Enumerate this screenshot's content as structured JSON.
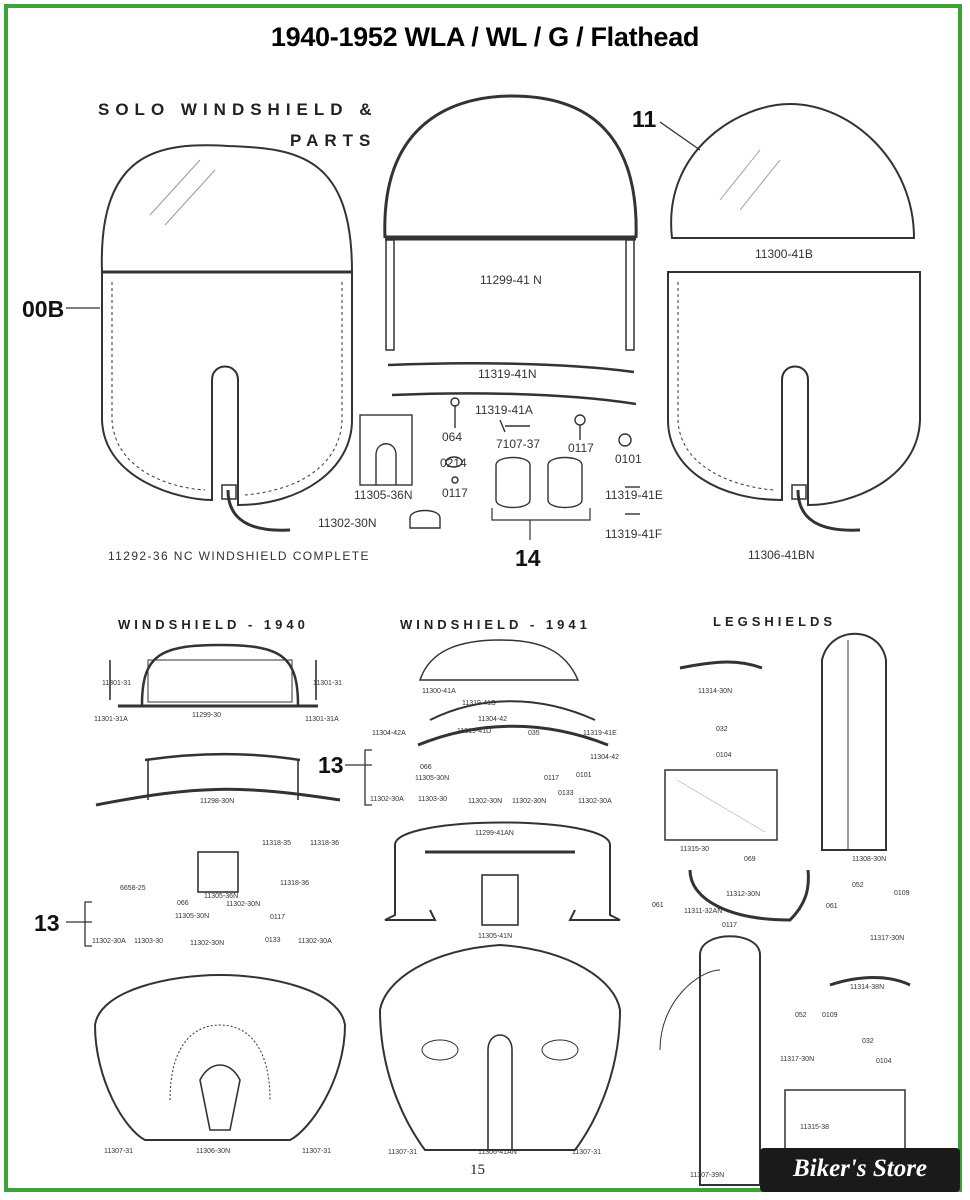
{
  "title": "1940-1952 WLA /  WL / G / Flathead",
  "sections": {
    "solo_l1": "SOLO WINDSHIELD &",
    "solo_l2": "PARTS",
    "ws1940": "WINDSHIELD - 1940",
    "ws1941": "WINDSHIELD - 1941",
    "legshields": "LEGSHIELDS"
  },
  "callouts": {
    "c00b": "00B",
    "c11": "11",
    "c14": "14",
    "c13a": "13",
    "c13b": "13"
  },
  "parts_top": {
    "p1": "11299-41 N",
    "p2": "11300-41B",
    "p3": "11319-41N",
    "p4": "11319-41A",
    "p5": "064",
    "p6": "7107-37",
    "p7": "0117",
    "p8": "0214",
    "p9": "0101",
    "p10": "11305-36N",
    "p11": "0117",
    "p12": "11319-41E",
    "p13": "11302-30N",
    "p14": "11319-41F",
    "p15": "11292-36 NC  WINDSHIELD  COMPLETE",
    "p16": "11306-41BN"
  },
  "parts_1940": [
    "11301-31",
    "11301-31",
    "11301-31A",
    "11299-30",
    "11301-31A",
    "11298-30N",
    "11318-35",
    "11318-36",
    "11318-36",
    "6658-25",
    "11305-36N",
    "11302-30N",
    "0117",
    "066",
    "11305-30N",
    "0133",
    "11302-30A",
    "11303-30",
    "11302-30N",
    "11302-30A",
    "11307-31",
    "11306-30N",
    "11307-31"
  ],
  "parts_1941": [
    "11300-41A",
    "11319-41B",
    "11304-42",
    "11304-42A",
    "11319-41D",
    "035",
    "11319-41E",
    "11304-42",
    "066",
    "11305-30N",
    "0117",
    "0101",
    "11302-30A",
    "11303-30",
    "11302-30N",
    "11302-30N",
    "0133",
    "11302-30A",
    "11299-41AN",
    "11305-41N",
    "11307-31",
    "11306-41AN",
    "11307-31"
  ],
  "parts_leg": [
    "11314-30N",
    "032",
    "0104",
    "11315-30",
    "069",
    "11308-30N",
    "11312-30N",
    "052",
    "0109",
    "061",
    "11311-32AN",
    "061",
    "0117",
    "11317-30N",
    "11314-38N",
    "052",
    "0109",
    "032",
    "11317-30N",
    "0104",
    "11307-39N",
    "11315-38"
  ],
  "page_number": "15",
  "logo_text": "Biker's Store"
}
